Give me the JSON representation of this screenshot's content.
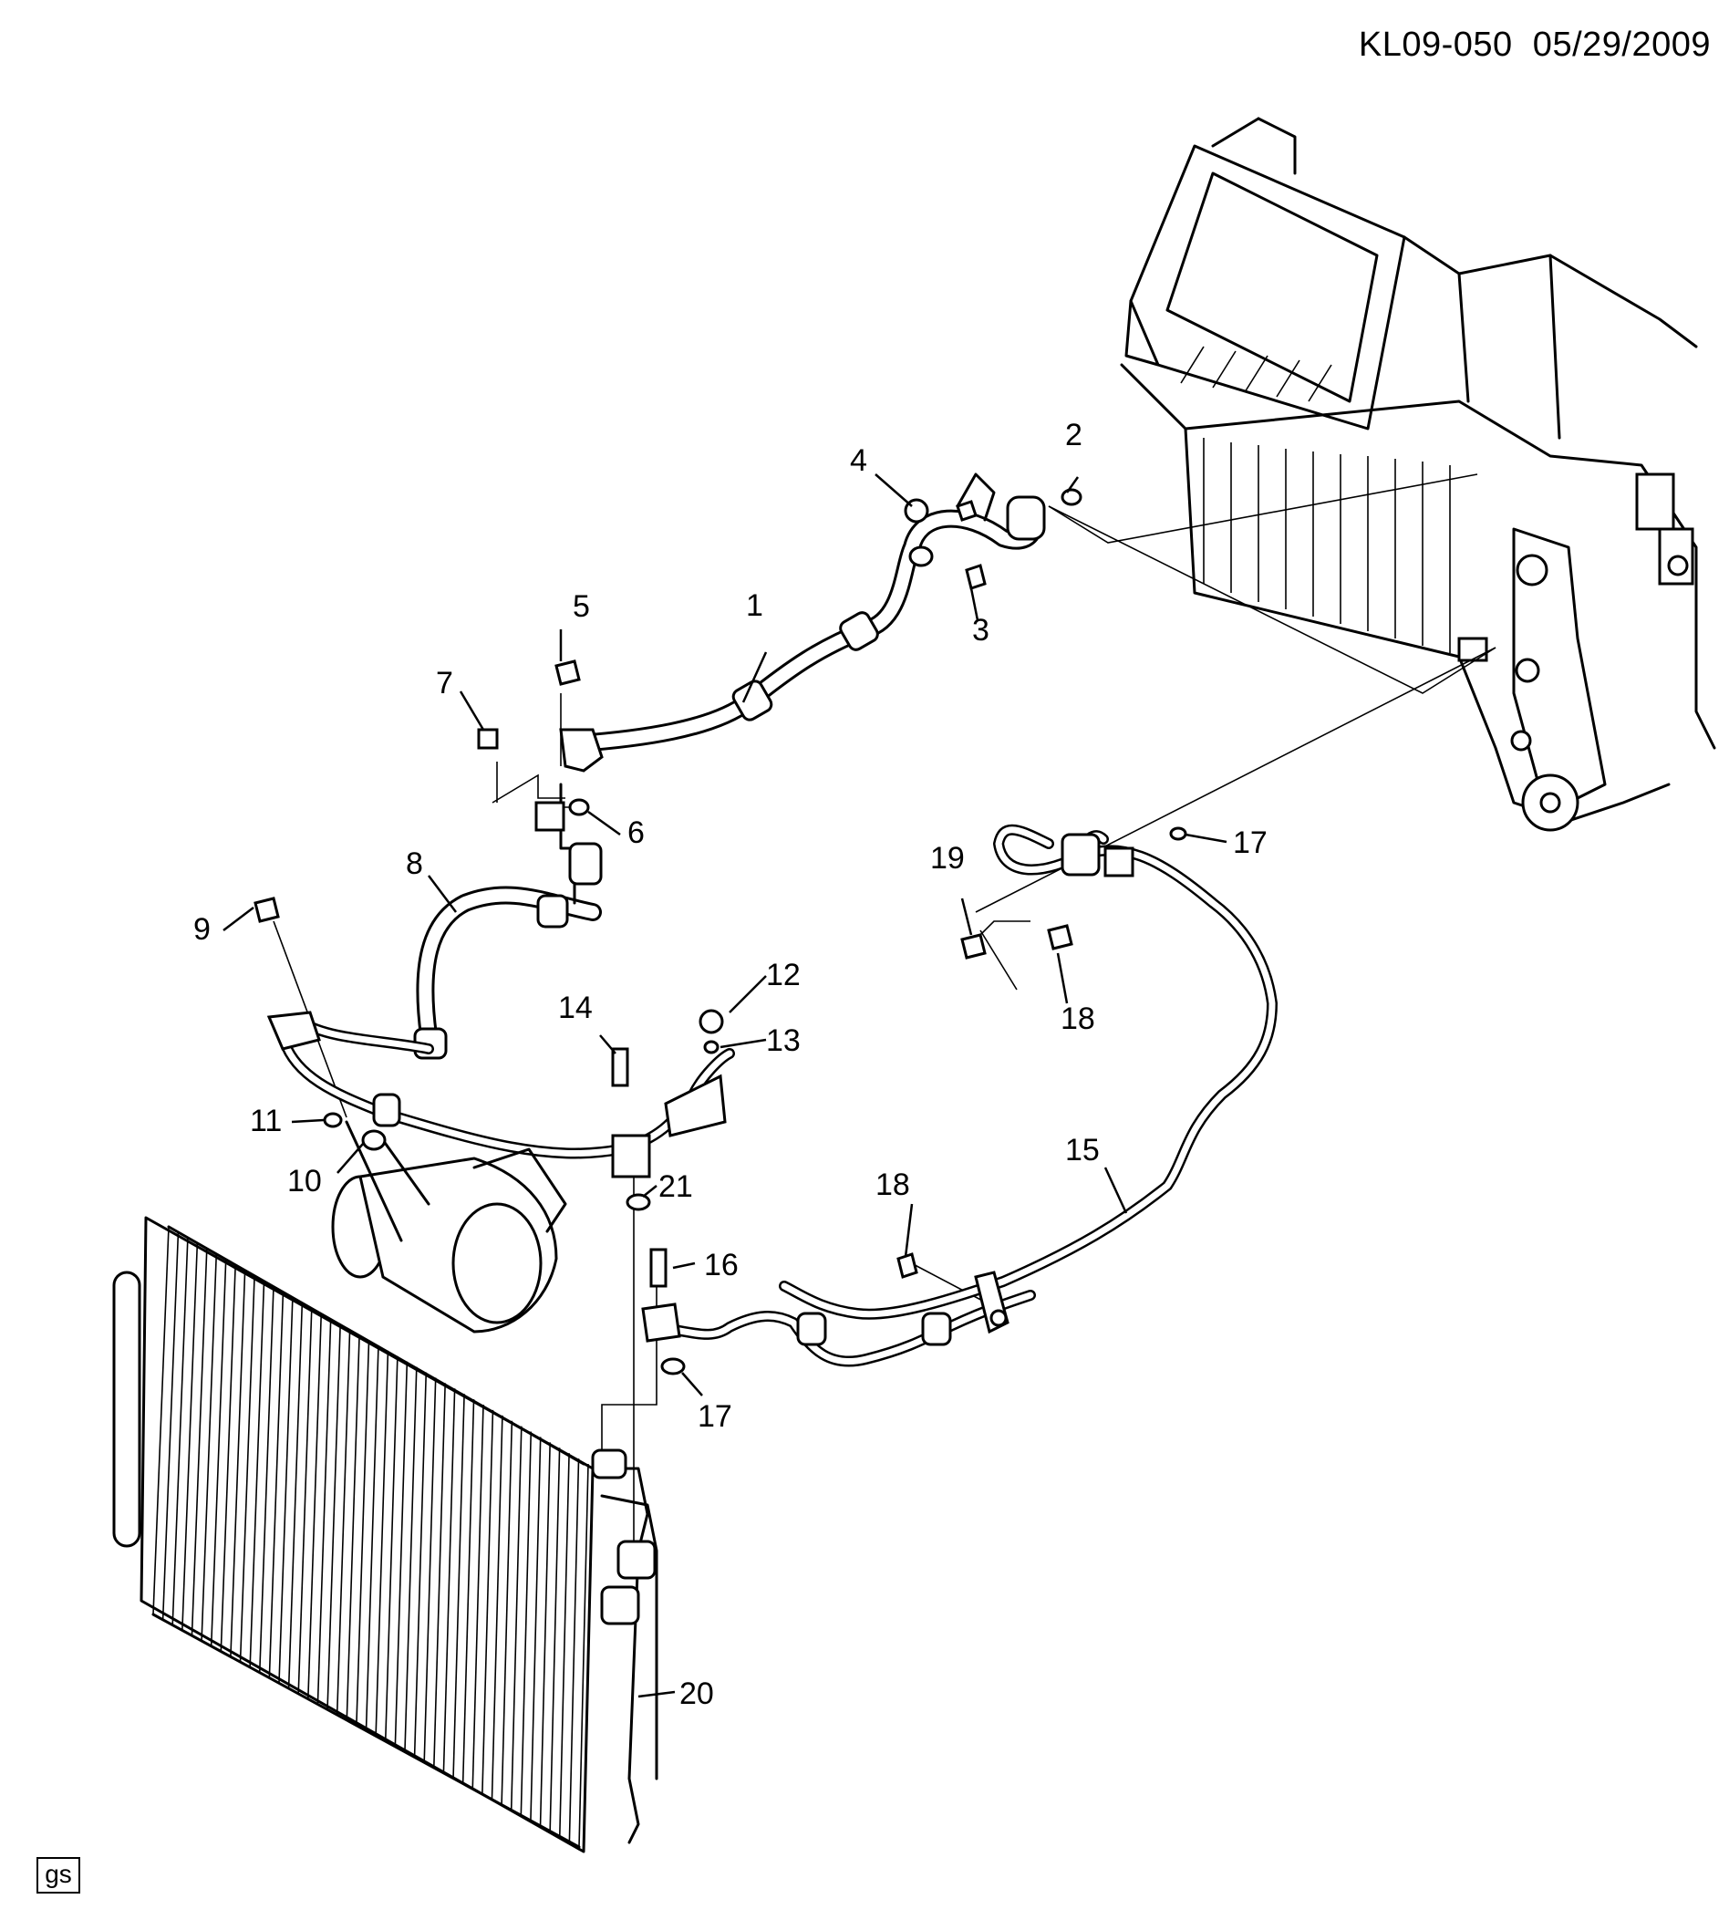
{
  "header": {
    "diagram_id": "KL09-050  05/29/2009"
  },
  "footer": {
    "badge": "gs"
  },
  "callouts": [
    {
      "id": "c1",
      "label": "1"
    },
    {
      "id": "c2",
      "label": "2"
    },
    {
      "id": "c3",
      "label": "3"
    },
    {
      "id": "c4",
      "label": "4"
    },
    {
      "id": "c5",
      "label": "5"
    },
    {
      "id": "c6",
      "label": "6"
    },
    {
      "id": "c7",
      "label": "7"
    },
    {
      "id": "c8",
      "label": "8"
    },
    {
      "id": "c9",
      "label": "9"
    },
    {
      "id": "c10",
      "label": "10"
    },
    {
      "id": "c11",
      "label": "11"
    },
    {
      "id": "c12",
      "label": "12"
    },
    {
      "id": "c13",
      "label": "13"
    },
    {
      "id": "c14",
      "label": "14"
    },
    {
      "id": "c15",
      "label": "15"
    },
    {
      "id": "c16",
      "label": "16"
    },
    {
      "id": "c17a",
      "label": "17"
    },
    {
      "id": "c17b",
      "label": "17"
    },
    {
      "id": "c18a",
      "label": "18"
    },
    {
      "id": "c18b",
      "label": "18"
    },
    {
      "id": "c19",
      "label": "19"
    },
    {
      "id": "c20",
      "label": "20"
    },
    {
      "id": "c21",
      "label": "21"
    }
  ]
}
